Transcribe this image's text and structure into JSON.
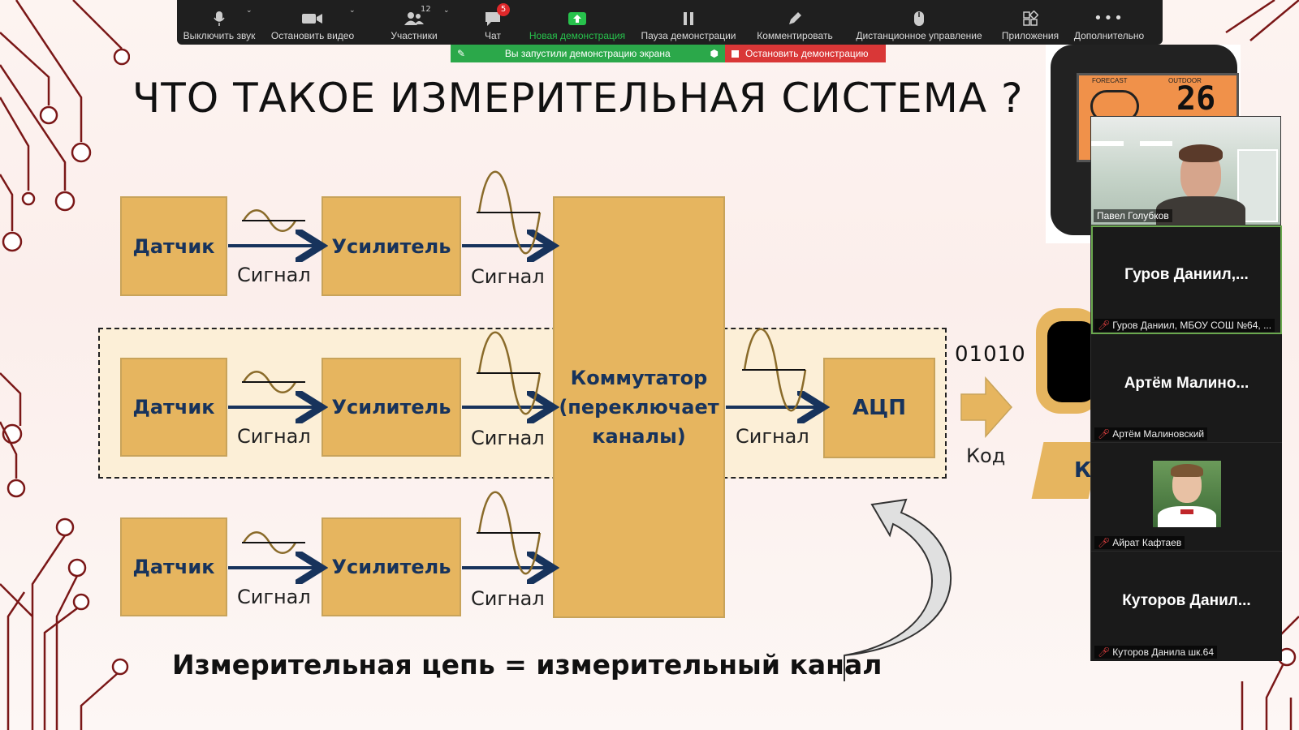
{
  "toolbar": {
    "items": [
      {
        "label": "Выключить звук",
        "icon": "mic-icon"
      },
      {
        "label": "Остановить видео",
        "icon": "video-camera-icon"
      },
      {
        "label": "Участники",
        "icon": "participants-icon",
        "count": "12"
      },
      {
        "label": "Чат",
        "icon": "chat-icon",
        "badge": "5"
      },
      {
        "label": "Новая демонстрация",
        "icon": "share-screen-icon"
      },
      {
        "label": "Пауза демонстрации",
        "icon": "pause-icon"
      },
      {
        "label": "Комментировать",
        "icon": "annotate-pen-icon"
      },
      {
        "label": "Дистанционное управление",
        "icon": "mouse-icon"
      },
      {
        "label": "Приложения",
        "icon": "apps-icon"
      },
      {
        "label": "Дополнительно",
        "icon": "more-dots-icon"
      }
    ],
    "share_status": "Вы запустили демонстрацию экрана",
    "stop_share": "Остановить демонстрацию",
    "accent_green": "#27c24c",
    "stop_red": "#d93737"
  },
  "slide": {
    "title": "ЧТО ТАКОЕ ИЗМЕРИТЕЛЬНАЯ СИСТЕМА ?",
    "sensor": "Датчик",
    "amplifier": "Усилитель",
    "signal": "Сигнал",
    "switch_line1": "Коммутатор",
    "switch_line2": "(переключает",
    "switch_line3": "каналы)",
    "adc": "АЦП",
    "code_digits": "01010",
    "code_label": "Код",
    "formula": "Измерительная цепь = измерительный канал",
    "box_color": "#e6b55f",
    "arrow_color": "#17335c",
    "weather": {
      "forecast": "FORECAST",
      "outdoor": "OUTDOOR",
      "temp": "26"
    },
    "partial_box_letter": "К"
  },
  "videos": {
    "self_name": "Павел Голубков",
    "tiles": [
      {
        "name": "Гуров  Даниил,...",
        "sub": "Гуров Даниил, МБОУ СОШ №64, ..."
      },
      {
        "name": "Артём  Малино...",
        "sub": "Артём Малиновский"
      },
      {
        "name": "",
        "sub": "Айрат Кафтаев"
      },
      {
        "name": "Куторов  Данил...",
        "sub": "Куторов Данила шк.64"
      }
    ]
  }
}
